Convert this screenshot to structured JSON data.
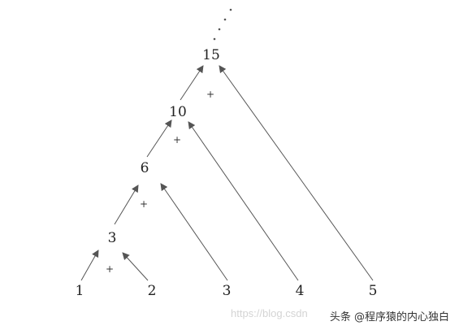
{
  "diagram": {
    "leaves": [
      "1",
      "2",
      "3",
      "4",
      "5"
    ],
    "sums": [
      "3",
      "6",
      "10",
      "15"
    ],
    "operator": "+"
  },
  "watermark": {
    "url": "https://blog.csdn",
    "label": "头条 @程序猿的内心独白"
  },
  "colors": {
    "line": "#555555",
    "text": "#222222"
  }
}
